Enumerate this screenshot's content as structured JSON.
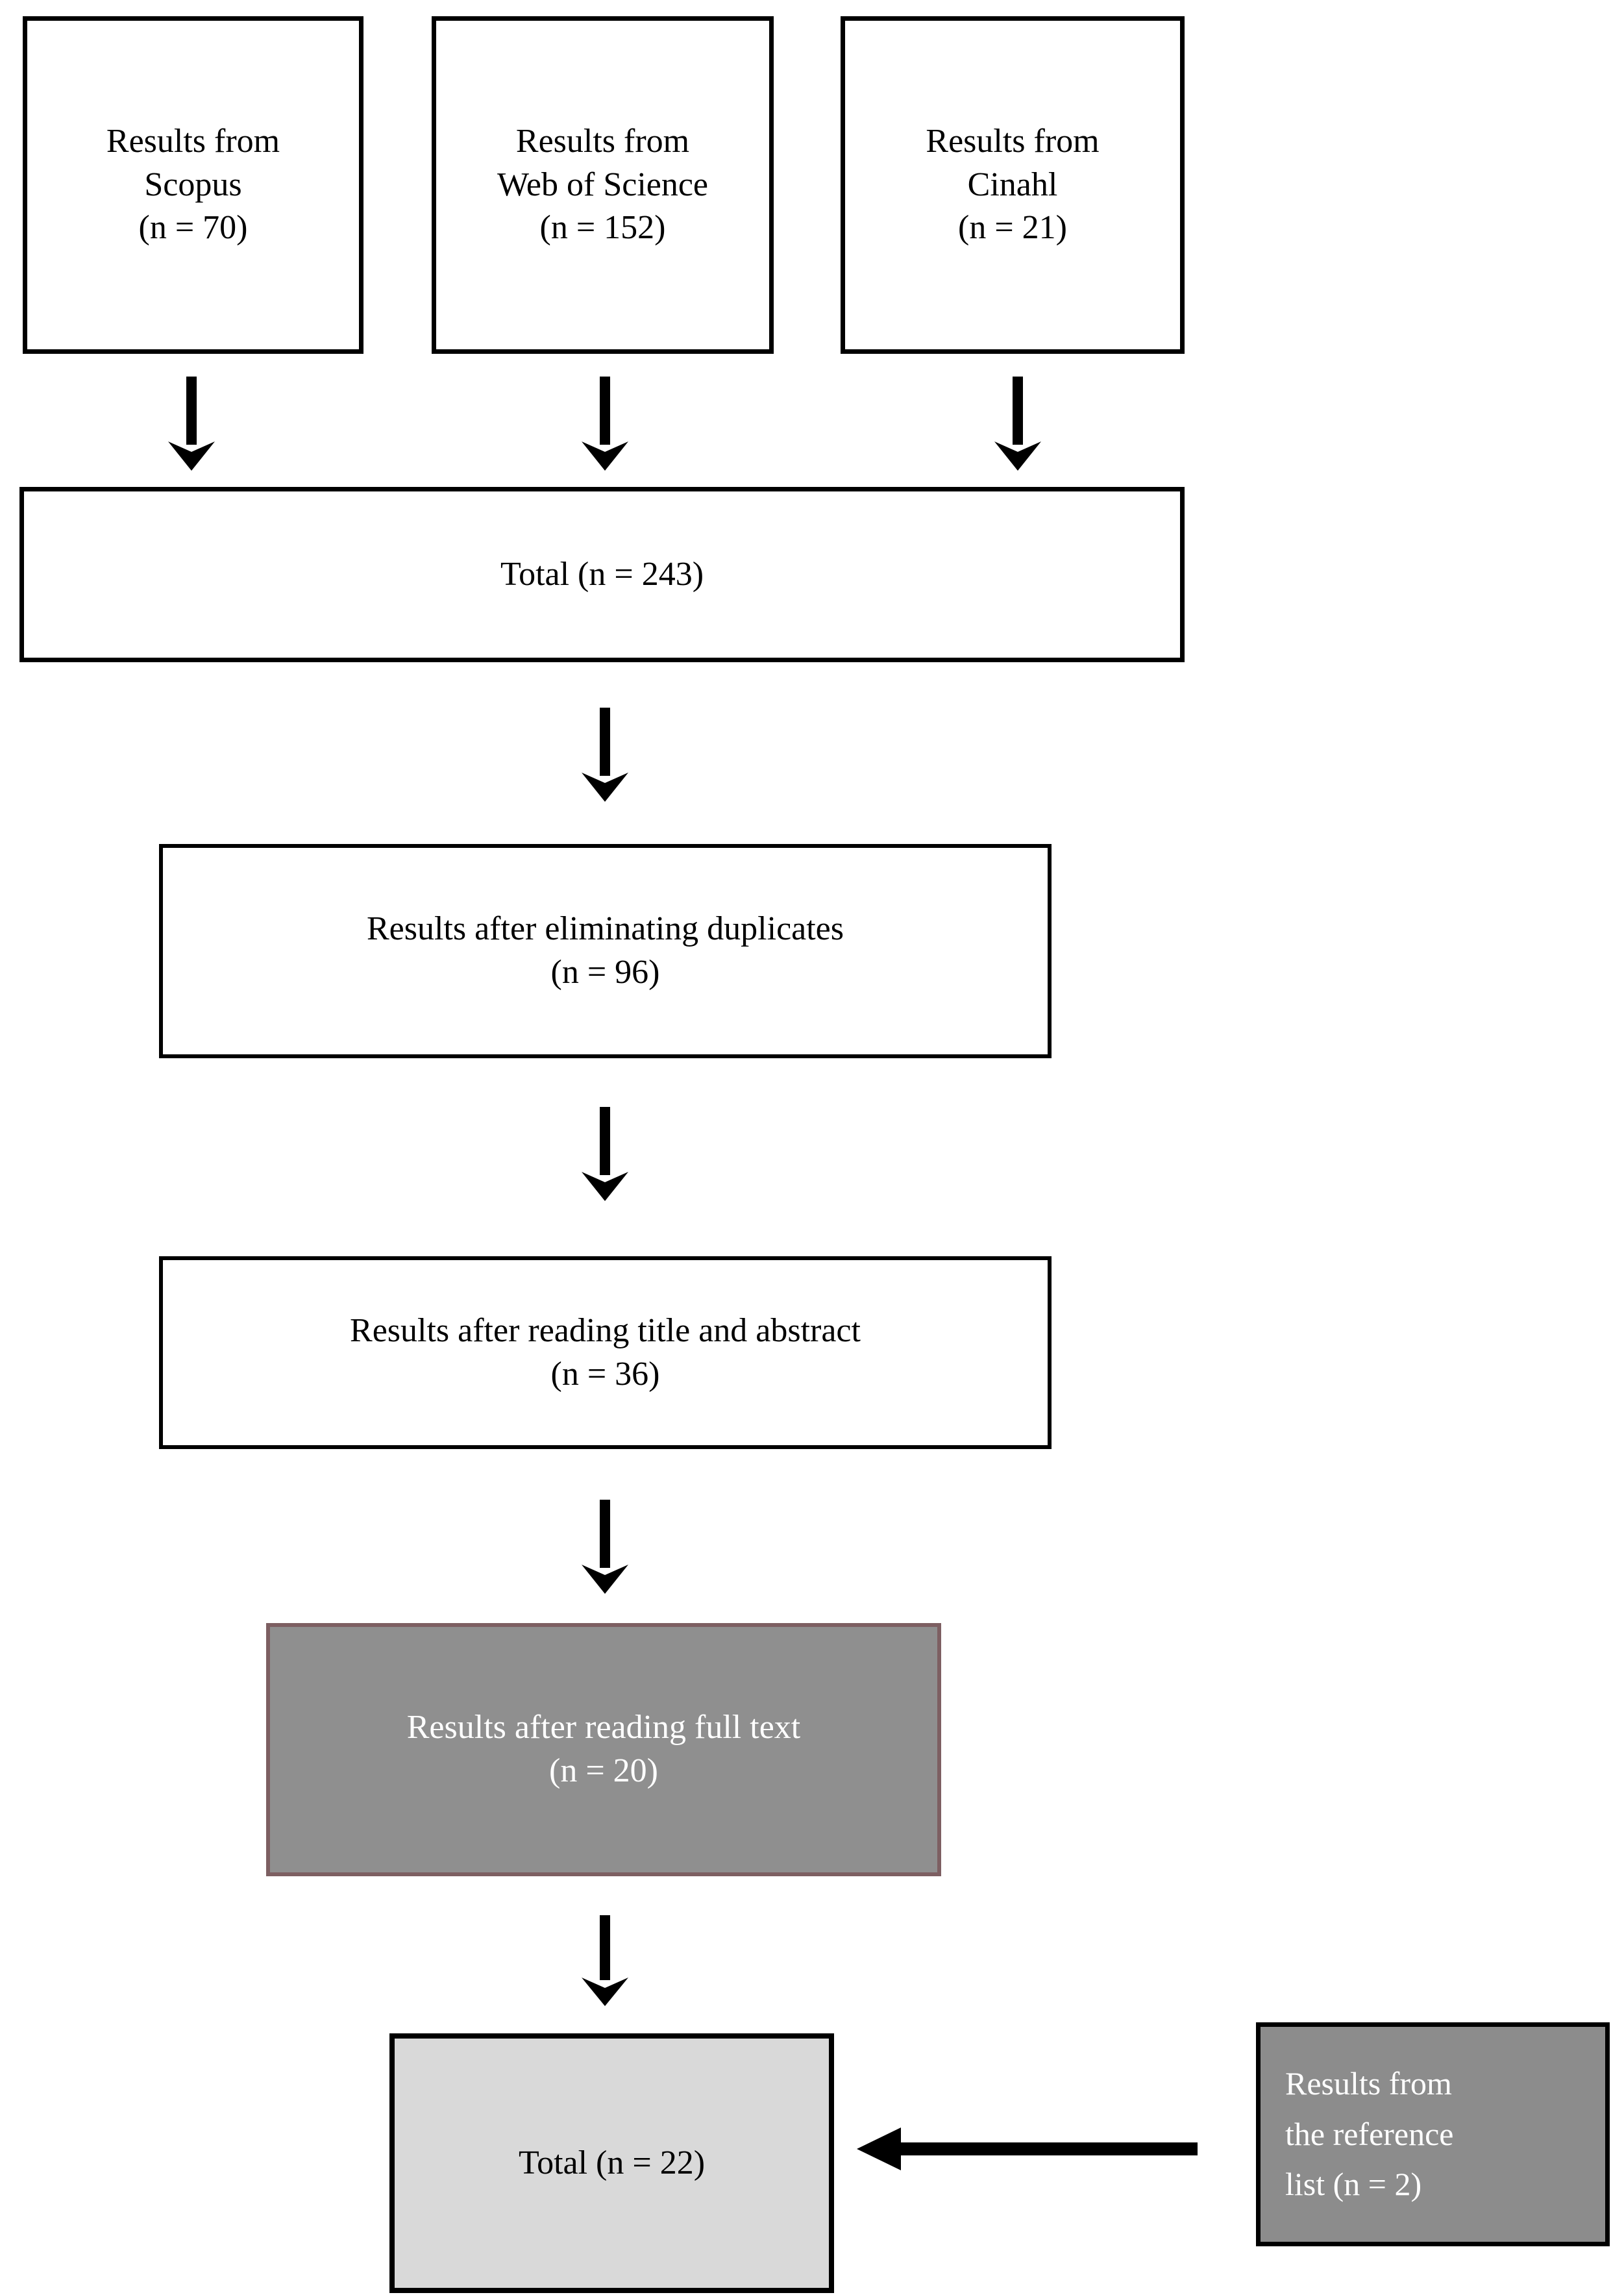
{
  "diagram": {
    "type": "prisma-flow-diagram",
    "nodes": {
      "scopus": {
        "line1": "Results from",
        "line2": "Scopus",
        "line3": "(n = 70)",
        "count": 70
      },
      "web_of_science": {
        "line1": "Results from",
        "line2": "Web of Science",
        "line3": "(n = 152)",
        "count": 152
      },
      "cinahl": {
        "line1": "Results from",
        "line2": "Cinahl",
        "line3": "(n = 21)",
        "count": 21
      },
      "total_243": {
        "line1": "Total (n = 243)",
        "count": 243
      },
      "duplicates": {
        "line1": "Results after eliminating duplicates",
        "line2": "(n = 96)",
        "count": 96
      },
      "title_abstract": {
        "line1": "Results after reading title and abstract",
        "line2": "(n = 36)",
        "count": 36
      },
      "full_text": {
        "line1": "Results after reading full text",
        "line2": "(n = 20)",
        "count": 20
      },
      "total_22": {
        "line1": "Total (n = 22)",
        "count": 22
      },
      "reference_list": {
        "line1": "Results from",
        "line2": "the reference",
        "line3": "list (n = 2)",
        "count": 2
      }
    },
    "edges": [
      {
        "from": "scopus",
        "to": "total_243",
        "direction": "down"
      },
      {
        "from": "web_of_science",
        "to": "total_243",
        "direction": "down"
      },
      {
        "from": "cinahl",
        "to": "total_243",
        "direction": "down"
      },
      {
        "from": "total_243",
        "to": "duplicates",
        "direction": "down"
      },
      {
        "from": "duplicates",
        "to": "title_abstract",
        "direction": "down"
      },
      {
        "from": "title_abstract",
        "to": "full_text",
        "direction": "down"
      },
      {
        "from": "full_text",
        "to": "total_22",
        "direction": "down"
      },
      {
        "from": "reference_list",
        "to": "total_22",
        "direction": "left"
      }
    ],
    "colors": {
      "stroke": "#000000",
      "page_background": "#ffffff",
      "node_background": "#ffffff",
      "full_text_fill": "#8f8f8f",
      "full_text_border": "#7d5f62",
      "full_text_text": "#ffffff",
      "total_22_fill": "#d9d9d9",
      "reference_list_fill": "#8c8c8c",
      "reference_list_text": "#ffffff"
    }
  }
}
